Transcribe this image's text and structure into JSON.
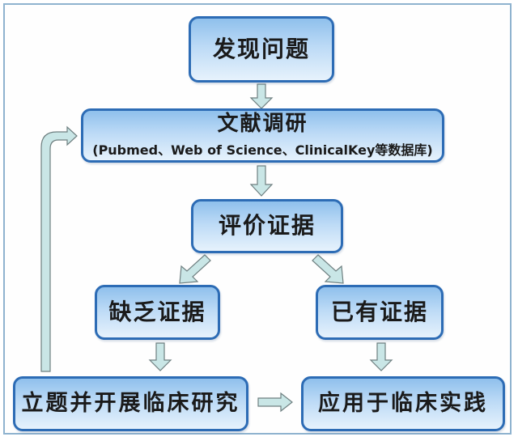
{
  "diagram": {
    "type": "flowchart",
    "nodes": [
      {
        "id": "discover",
        "label": "发现问题"
      },
      {
        "id": "literature",
        "label": "文献调研",
        "sublabel": "(Pubmed、Web of Science、ClinicalKey等数据库)"
      },
      {
        "id": "evaluate",
        "label": "评价证据"
      },
      {
        "id": "lack",
        "label": "缺乏证据"
      },
      {
        "id": "have",
        "label": "已有证据"
      },
      {
        "id": "research",
        "label": "立题并开展临床研究"
      },
      {
        "id": "apply",
        "label": "应用于临床实践"
      }
    ],
    "edges": [
      {
        "from": "discover",
        "to": "literature"
      },
      {
        "from": "literature",
        "to": "evaluate"
      },
      {
        "from": "evaluate",
        "to": "lack"
      },
      {
        "from": "evaluate",
        "to": "have"
      },
      {
        "from": "lack",
        "to": "research"
      },
      {
        "from": "have",
        "to": "apply"
      },
      {
        "from": "research",
        "to": "apply"
      },
      {
        "from": "research",
        "to": "literature",
        "style": "feedback-loop"
      }
    ],
    "colors": {
      "box_border": "#2d6cb5",
      "box_fill_top": "#8fc0ec",
      "box_fill_bottom": "#e6f2fc",
      "arrow_fill": "#c9e6e6",
      "arrow_stroke": "#6e7f80",
      "frame_border": "#8fb3cf"
    }
  }
}
